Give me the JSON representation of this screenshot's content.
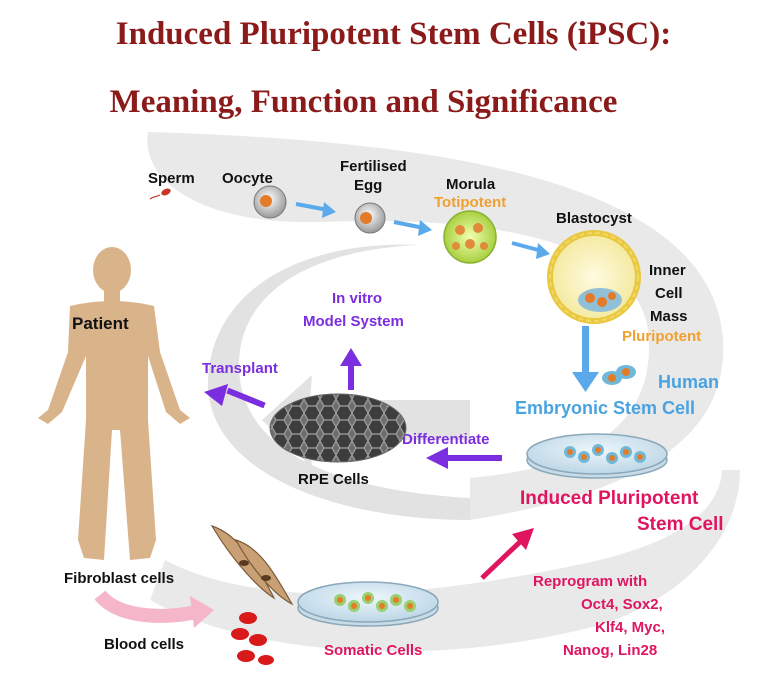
{
  "title": {
    "line1": "Induced Pluripotent Stem Cells (iPSC):",
    "line2": "Meaning, Function and Significance"
  },
  "colors": {
    "title": "#8b1a1a",
    "purple": "#7a2ee0",
    "blue_label": "#4aa3e0",
    "magenta": "#e0155f",
    "orange": "#f0a030",
    "flow_band": "#e8e8e8",
    "blue_arrow": "#5aa9ea",
    "skin": "#d9b48b"
  },
  "labels": {
    "sperm": "Sperm",
    "oocyte": "Oocyte",
    "fertilised_1": "Fertilised",
    "fertilised_2": "Egg",
    "morula": "Morula",
    "totipotent": "Totipotent",
    "blastocyst": "Blastocyst",
    "inner": "Inner",
    "cell": "Cell",
    "mass": "Mass",
    "pluripotent": "Pluripotent",
    "human": "Human",
    "esc": "Embryonic Stem Cell",
    "in_vitro_1": "In vitro",
    "in_vitro_2": "Model System",
    "transplant": "Transplant",
    "patient": "Patient",
    "differentiate": "Differentiate",
    "rpe": "RPE Cells",
    "ipsc_1": "Induced Pluripotent",
    "ipsc_2": "Stem Cell",
    "fibroblast": "Fibroblast cells",
    "blood": "Blood cells",
    "somatic": "Somatic Cells",
    "reprogram_1": "Reprogram with",
    "reprogram_2": "Oct4, Sox2,",
    "reprogram_3": "Klf4, Myc,",
    "reprogram_4": "Nanog, Lin28"
  }
}
